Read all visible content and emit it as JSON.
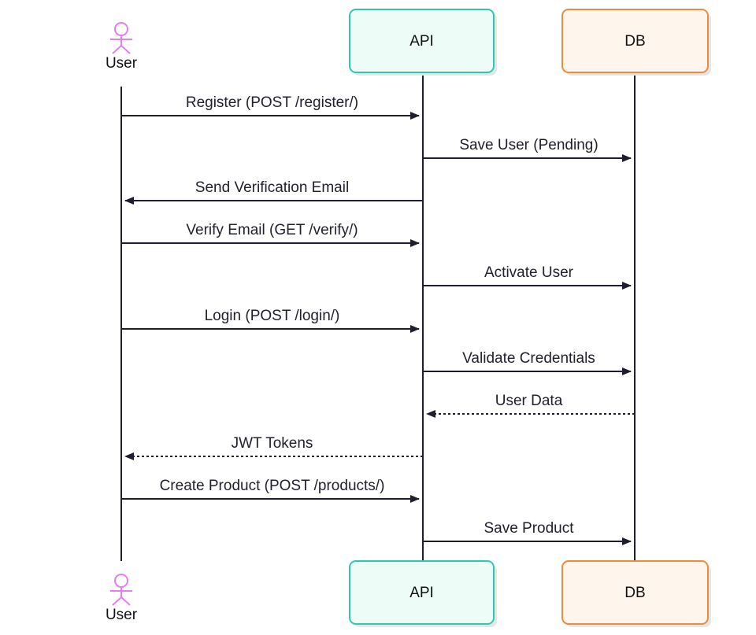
{
  "participants": {
    "user": {
      "label": "User",
      "color": "#e57ef0"
    },
    "api": {
      "label": "API",
      "fill": "#eefcf8",
      "stroke": "#2ec9b5"
    },
    "db": {
      "label": "DB",
      "fill": "#fef5ec",
      "stroke": "#f08a3c"
    }
  },
  "colors": {
    "line": "#1f1d2e",
    "shadow": "#e6e6e6"
  },
  "messages": [
    {
      "label": "Register (POST /register/)",
      "from": "user",
      "to": "api",
      "style": "solid"
    },
    {
      "label": "Save User (Pending)",
      "from": "api",
      "to": "db",
      "style": "solid"
    },
    {
      "label": "Send Verification Email",
      "from": "api",
      "to": "user",
      "style": "solid"
    },
    {
      "label": "Verify Email (GET /verify/)",
      "from": "user",
      "to": "api",
      "style": "solid"
    },
    {
      "label": "Activate User",
      "from": "api",
      "to": "db",
      "style": "solid"
    },
    {
      "label": "Login (POST /login/)",
      "from": "user",
      "to": "api",
      "style": "solid"
    },
    {
      "label": "Validate Credentials",
      "from": "api",
      "to": "db",
      "style": "solid"
    },
    {
      "label": "User Data",
      "from": "db",
      "to": "api",
      "style": "dotted"
    },
    {
      "label": "JWT Tokens",
      "from": "api",
      "to": "user",
      "style": "dotted"
    },
    {
      "label": "Create Product (POST /products/)",
      "from": "user",
      "to": "api",
      "style": "solid"
    },
    {
      "label": "Save Product",
      "from": "api",
      "to": "db",
      "style": "solid"
    }
  ]
}
